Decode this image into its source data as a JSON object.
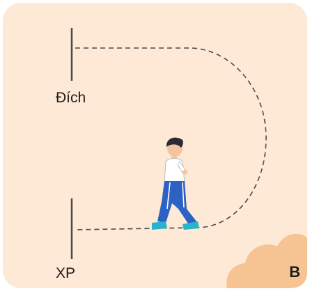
{
  "finish_label": "Đích",
  "start_label": "XP",
  "corner_letter": "B",
  "colors": {
    "card_background": "#fde9d6",
    "corner_blob": "#f6c393",
    "path_dash": "#4a4a4a",
    "post": "#4a4a4a",
    "boy_shirt": "#ffffff",
    "boy_pants": "#2c62c4",
    "boy_shoes": "#2bb3c9",
    "boy_hair": "#2a2a33"
  },
  "icons": {
    "figure": "walking-boy-icon",
    "finish_post": "finish-post-icon",
    "start_post": "start-post-icon"
  }
}
